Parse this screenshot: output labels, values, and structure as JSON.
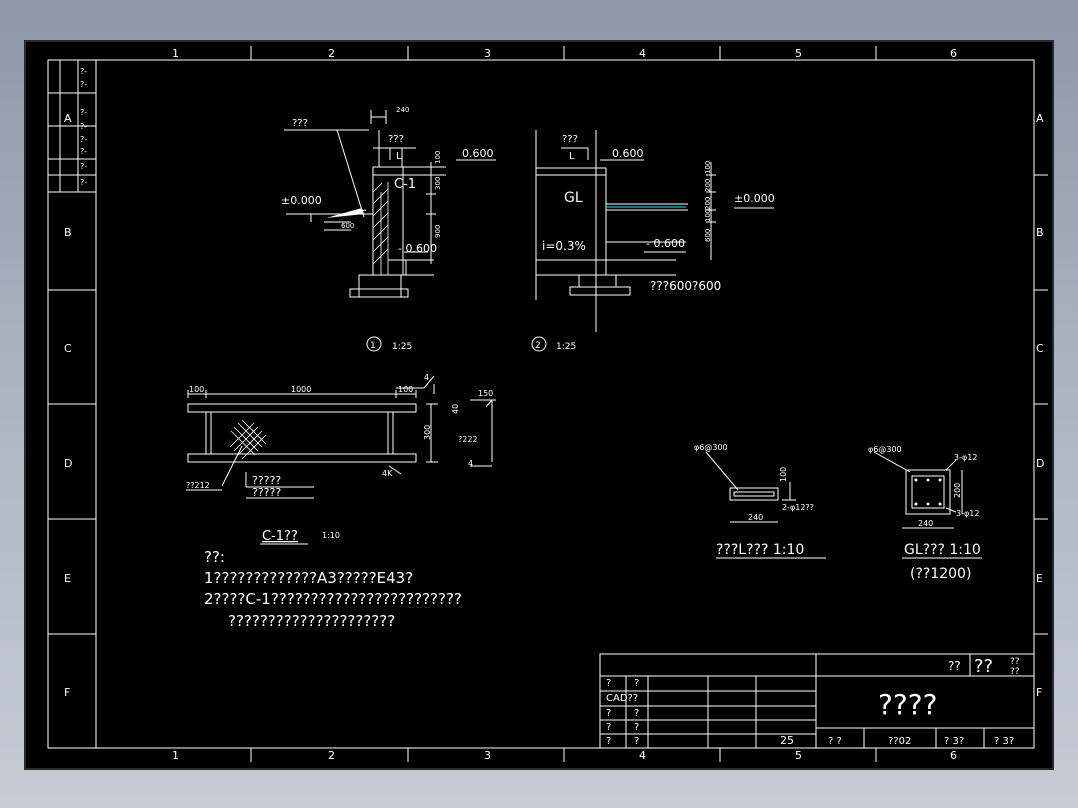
{
  "colors": {
    "background": "#000000",
    "lines": "#ffffff",
    "accent": "#00c8d8",
    "window": "#9aa6b4"
  },
  "frame": {
    "cols": [
      "1",
      "2",
      "3",
      "4",
      "5",
      "6"
    ],
    "rows": [
      "A",
      "B",
      "C",
      "D",
      "E",
      "F"
    ]
  },
  "revision_marks": [
    "?-",
    "?-",
    "?-",
    "?-",
    "?-",
    "?-",
    "?-",
    "?-"
  ],
  "section1": {
    "label_top": "???",
    "dim_240": "240",
    "dim_l": "???",
    "l_mark": "L",
    "level_060": "0.600",
    "member": "C-1",
    "level_0": "±0.000",
    "dim_600": "600",
    "level_m060": "- 0.600",
    "dims_right": [
      "100",
      "300",
      "900"
    ],
    "num": "1",
    "scale": "1:25"
  },
  "section2": {
    "label_top": "???",
    "l_mark": "L",
    "level_060": "0.600",
    "member": "GL",
    "slope": "i=0.3%",
    "level_m060": "- 0.600",
    "pad_note": "???600?600",
    "dims_right": [
      "100",
      "200",
      "200",
      "100",
      "600"
    ],
    "level_0": "±0.000",
    "num": "2",
    "scale": "1:25"
  },
  "c1_detail": {
    "dims": [
      "100",
      "1000",
      "100"
    ],
    "weld_size": "4",
    "dim_150": "150",
    "dim_300": "300",
    "dim_40": "40",
    "dim_4": "4",
    "weld_note": "?222",
    "note_a": "?????",
    "note_b": "?????",
    "hatch_note": "??212",
    "title": "C-1??",
    "scale": "1:10"
  },
  "notes": {
    "heading": "??:",
    "line1": "1?????????????A3?????E43?",
    "line2": "2????C-1????????????????????????",
    "line3": "?????????????????????"
  },
  "beam_l": {
    "stirrup": "φ6@300",
    "dim_100": "100",
    "dim_240": "240",
    "bars": "2-φ12??",
    "title": "???L???  1:10"
  },
  "beam_gl": {
    "stirrup": "φ6@300",
    "top": "3-φ12",
    "bottom": "3-φ12",
    "dim_200": "200",
    "dim_240": "240",
    "title": "GL???  1:10",
    "sub": "(??1200)"
  },
  "title_block": {
    "rows": [
      [
        "?",
        "?"
      ],
      [
        "CAD??",
        ""
      ],
      [
        "?",
        "?"
      ],
      [
        "?",
        "?"
      ],
      [
        "?",
        "?"
      ]
    ],
    "value_25": "25",
    "top_right": [
      "??",
      "??",
      "??",
      "??"
    ],
    "name": "????",
    "bottom": [
      "?  ?",
      "??02",
      "? 3?",
      "? 3?"
    ]
  }
}
